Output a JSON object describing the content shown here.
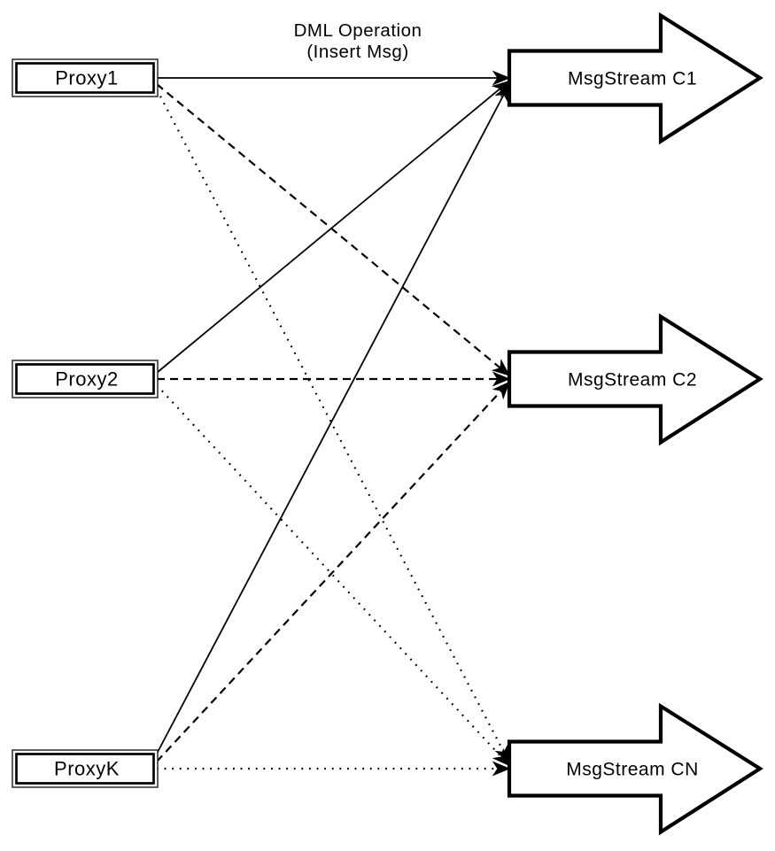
{
  "diagram": {
    "title": "Proxy to MsgStream fan-out diagram",
    "colors": {
      "stroke": "#000000",
      "background": "#ffffff",
      "fill": "#ffffff"
    },
    "edge_label": {
      "line1": "DML Operation",
      "line2": "(Insert Msg)"
    },
    "proxies": [
      {
        "label": "Proxy1"
      },
      {
        "label": "Proxy2"
      },
      {
        "label": "ProxyK"
      }
    ],
    "streams": [
      {
        "label": "MsgStream C1"
      },
      {
        "label": "MsgStream C2"
      },
      {
        "label": "MsgStream CN"
      }
    ],
    "edges": [
      {
        "from": "Proxy1",
        "to": "MsgStream C1",
        "style": "solid",
        "label": "DML Operation (Insert Msg)"
      },
      {
        "from": "Proxy1",
        "to": "MsgStream C2",
        "style": "dashed",
        "label": ""
      },
      {
        "from": "Proxy1",
        "to": "MsgStream CN",
        "style": "dotted",
        "label": ""
      },
      {
        "from": "Proxy2",
        "to": "MsgStream C1",
        "style": "solid",
        "label": ""
      },
      {
        "from": "Proxy2",
        "to": "MsgStream C2",
        "style": "dashed",
        "label": ""
      },
      {
        "from": "Proxy2",
        "to": "MsgStream CN",
        "style": "dotted",
        "label": ""
      },
      {
        "from": "ProxyK",
        "to": "MsgStream C1",
        "style": "solid",
        "label": ""
      },
      {
        "from": "ProxyK",
        "to": "MsgStream C2",
        "style": "dashed",
        "label": ""
      },
      {
        "from": "ProxyK",
        "to": "MsgStream CN",
        "style": "dotted",
        "label": ""
      }
    ]
  }
}
